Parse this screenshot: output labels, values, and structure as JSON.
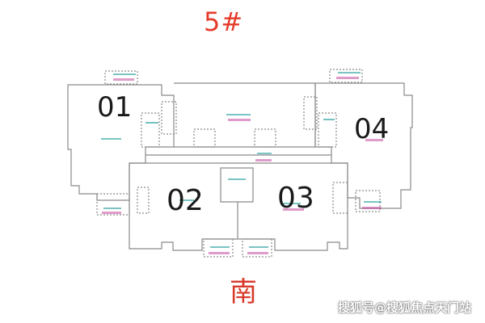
{
  "title": "5#",
  "orientation_label": "南",
  "watermark": "搜狐号@搜狐焦点天门站",
  "units": [
    {
      "label": "01"
    },
    {
      "label": "02"
    },
    {
      "label": "03"
    },
    {
      "label": "04"
    }
  ],
  "colors": {
    "title": "#e53a2a",
    "orientation": "#d93a2a",
    "wall": "#8a8a8a",
    "room_tag_line": "#2aa0a0",
    "area_text": "#c44aa0"
  }
}
